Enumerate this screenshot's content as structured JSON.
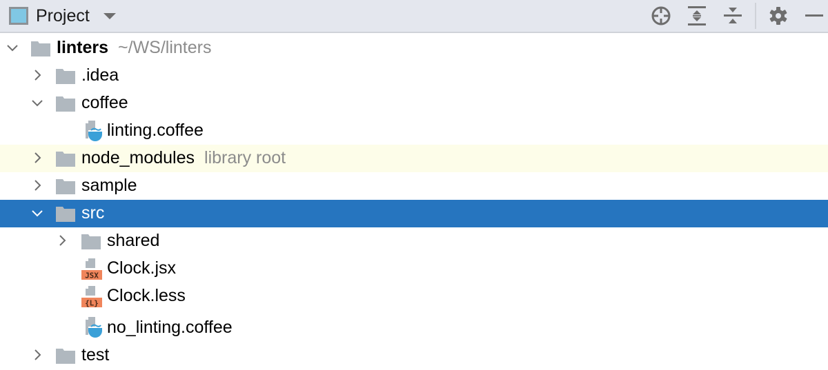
{
  "toolbar": {
    "title": "Project",
    "actions": [
      {
        "name": "locate-icon",
        "label": "Select Opened File"
      },
      {
        "name": "expand-all-icon",
        "label": "Expand All"
      },
      {
        "name": "collapse-all-icon",
        "label": "Collapse All"
      },
      {
        "name": "gear-icon",
        "label": "Settings"
      },
      {
        "name": "minimize-icon",
        "label": "Hide"
      }
    ]
  },
  "tree": {
    "root": {
      "label": "linters",
      "path": "~/WS/linters",
      "expanded": true
    },
    "items": [
      {
        "label": ".idea",
        "type": "folder",
        "expanded": false,
        "depth": 1
      },
      {
        "label": "coffee",
        "type": "folder",
        "expanded": true,
        "depth": 1
      },
      {
        "label": "linting.coffee",
        "type": "coffee-file",
        "depth": 2
      },
      {
        "label": "node_modules",
        "hint": "library root",
        "type": "folder",
        "expanded": false,
        "depth": 1
      },
      {
        "label": "sample",
        "type": "folder",
        "expanded": false,
        "depth": 1
      },
      {
        "label": "src",
        "type": "folder",
        "expanded": true,
        "depth": 1,
        "selected": true
      },
      {
        "label": "shared",
        "type": "folder",
        "expanded": false,
        "depth": 2
      },
      {
        "label": "Clock.jsx",
        "type": "jsx-file",
        "badge": "JSX",
        "depth": 2
      },
      {
        "label": "Clock.less",
        "type": "less-file",
        "badge": "{L}",
        "depth": 2
      },
      {
        "label": "no_linting.coffee",
        "type": "coffee-file",
        "depth": 2
      },
      {
        "label": "test",
        "type": "folder",
        "expanded": false,
        "depth": 1
      }
    ]
  },
  "colors": {
    "selection": "#2675bf",
    "library_row": "#fdfde9",
    "folder": "#b0b8bf",
    "file_badge": "#f0855b",
    "coffee": "#3aa0d8"
  }
}
